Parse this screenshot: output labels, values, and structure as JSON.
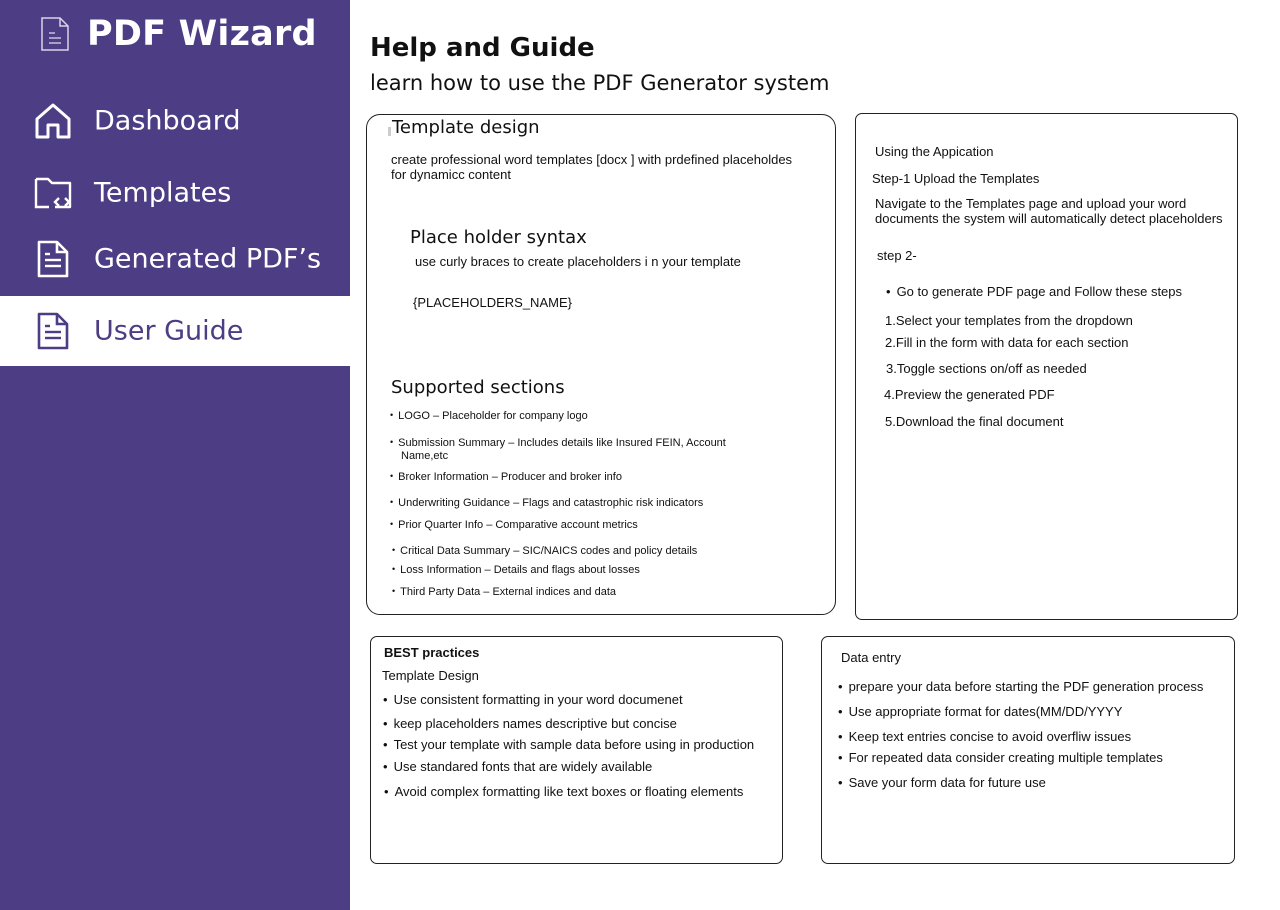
{
  "app": {
    "title": "PDF Wizard"
  },
  "sidebar": {
    "items": [
      {
        "label": "Dashboard",
        "icon": "home-icon"
      },
      {
        "label": "Templates",
        "icon": "folder-code-icon"
      },
      {
        "label": "Generated PDF’s",
        "icon": "document-icon"
      },
      {
        "label": "User Guide",
        "icon": "document-icon",
        "active": true
      }
    ]
  },
  "header": {
    "title": "Help and Guide",
    "subtitle": "learn how to use the PDF Generator system"
  },
  "template_card": {
    "title": "Template design",
    "description_line1": "create professional word templates [docx ] with prdefined placeholdes",
    "description_line2": "for dynamicc content",
    "syntax_title": "Place holder syntax",
    "syntax_description": "use curly braces to    create placeholders i n your template",
    "syntax_example": "{PLACEHOLDERS_NAME}",
    "sections_title": "Supported sections",
    "sections": [
      "LOGO – Placeholder for company logo",
      "Submission Summary – Includes details like Insured FEIN, Account",
      "Name,etc",
      "Broker Information – Producer and broker info",
      "Underwriting Guidance – Flags and catastrophic risk indicators",
      "Prior Quarter Info – Comparative account metrics",
      "Critical Data Summary – SIC/NAICS codes and policy details",
      "Loss Information – Details and flags about losses",
      "Third Party Data – External indices and data"
    ]
  },
  "application_card": {
    "title": "Using the Appication",
    "step1_title": "Step-1 Upload the  Templates",
    "step1_line1": "Navigate to the Templates  page and upload your word",
    "step1_line2": "documents the system  will automatically detect placeholders",
    "step2_title": "step 2-",
    "step2_bullet": "Go to generate PDF page and Follow these steps",
    "steps": [
      "1.Select your templates from the dropdown",
      "2.Fill in the form with data for each section",
      "3.Toggle sections on/off as needed",
      "4.Preview the generated PDF",
      "5.Download the final document"
    ]
  },
  "best_practices_card": {
    "title": "BEST practices",
    "subtitle": "Template Design",
    "items": [
      "Use consistent formatting in your word documenet",
      "keep placeholders names  descriptive but concise",
      "Test your template with sample data before using in production",
      "Use standared fonts that are widely available",
      "Avoid complex formatting like text boxes or floating elements"
    ]
  },
  "data_entry_card": {
    "title": "Data entry",
    "items": [
      "prepare your data before starting the PDF generation process",
      "Use appropriate format  for dates(MM/DD/YYYY",
      "Keep text  entries concise to avoid overfliw issues",
      "For repeated data consider creating multiple templates",
      "Save your form data for future use"
    ]
  },
  "colors": {
    "sidebar_bg": "#4d3d84",
    "active_bg": "#ffffff",
    "active_text": "#4d3d84"
  }
}
